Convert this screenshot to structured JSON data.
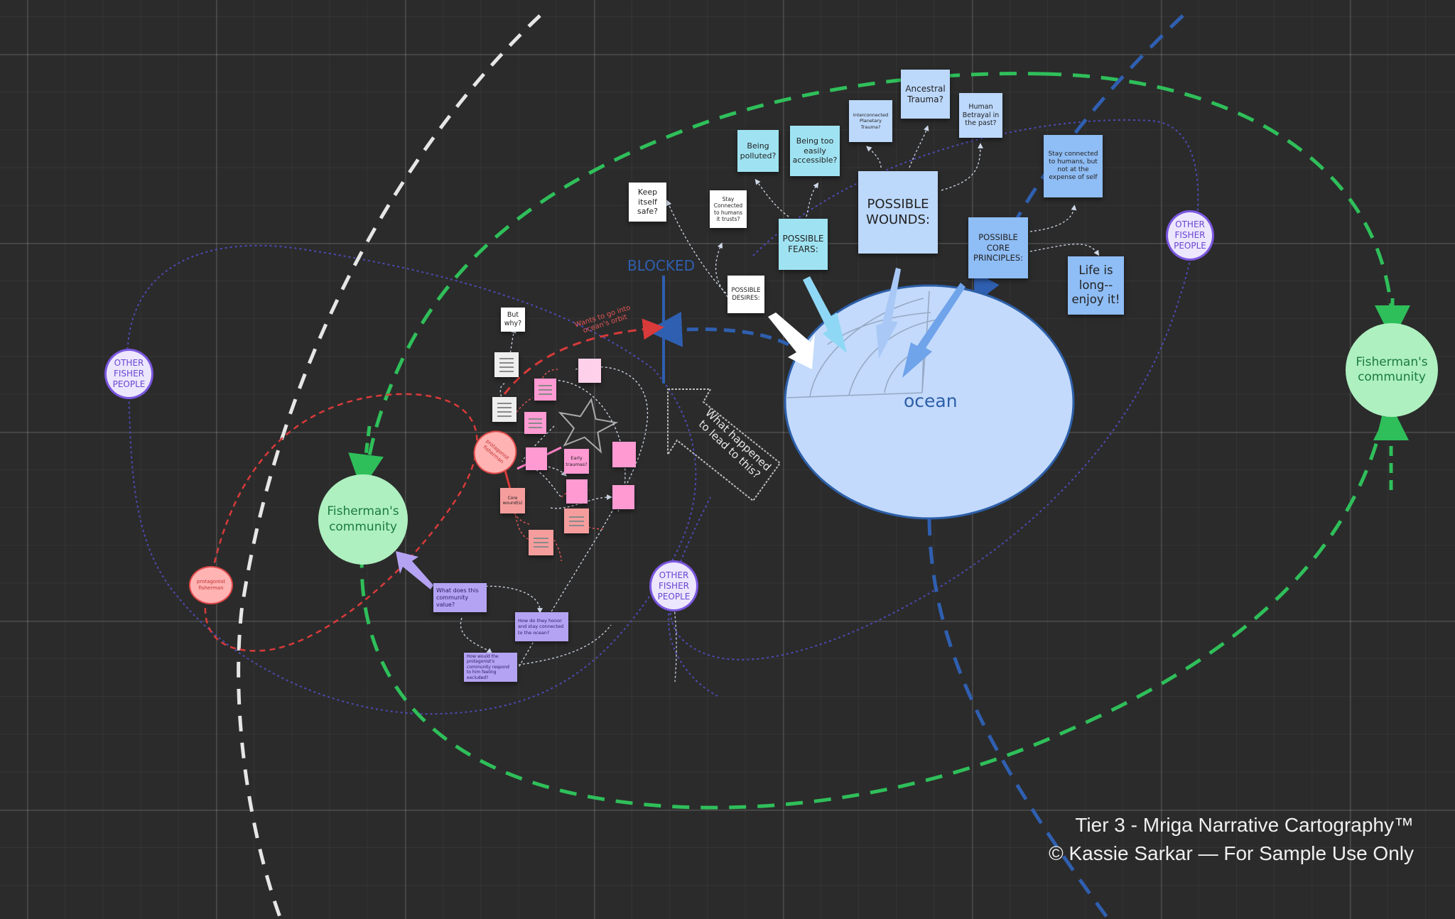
{
  "diagram": {
    "blocked_label": "BLOCKED",
    "ocean_label": "ocean",
    "arrow_question": "What happened to lead to this?",
    "red_arrow_label": "Wants to go into ocean's orbit",
    "other_fisher_people": "OTHER FISHER PEOPLE",
    "fishermans_community": "Fisherman's community",
    "protagonist_label": "protagonist fisherman",
    "protagonist_label_2": "protagonist fisherman",
    "notes": {
      "keep_safe": "Keep itself safe?",
      "stay_connected_trusts": "Stay Connected to humans it trusts?",
      "being_polluted": "Being polluted?",
      "being_too_accessible": "Being too easily accessible?",
      "interconnected_trauma": "Interconnected Planetary Trauma?",
      "ancestral_trauma": "Ancestral Trauma?",
      "human_betrayal": "Human Betrayal in the past?",
      "stay_connected_expense": "Stay connected to humans, but not at the expense of self",
      "possible_wounds": "POSSIBLE WOUNDS:",
      "possible_fears": "POSSIBLE FEARS:",
      "possible_core_principles": "POSSIBLE CORE PRINCIPLES:",
      "life_is_long": "Life is long-- enjoy it!",
      "possible_desires": "POSSIBLE DESIRES:",
      "but_why": "But why?",
      "early_traumas": "Early traumas?",
      "core_wound": "Core wound(s)",
      "community_value": "What does this community value?",
      "honor_connected": "How do they honor and stay connected to the ocean?",
      "respond_excluded": "How would the protagonist's community respond to him feeling excluded?"
    }
  },
  "footer": {
    "line1": "Tier 3 - Mriga Narrative Cartography™",
    "line2": "© Kassie Sarkar — For Sample Use Only"
  },
  "colors": {
    "background": "#2b2b2b",
    "green_path": "#2fbf5a",
    "blue_path": "#2f5fb0",
    "white_path": "#e6e6e6",
    "ocean_fill": "#c3dafc",
    "ocean_stroke": "#2d5fa8",
    "red_orbit": "#d93a3a",
    "purple_orbit": "#4d4ab5"
  }
}
